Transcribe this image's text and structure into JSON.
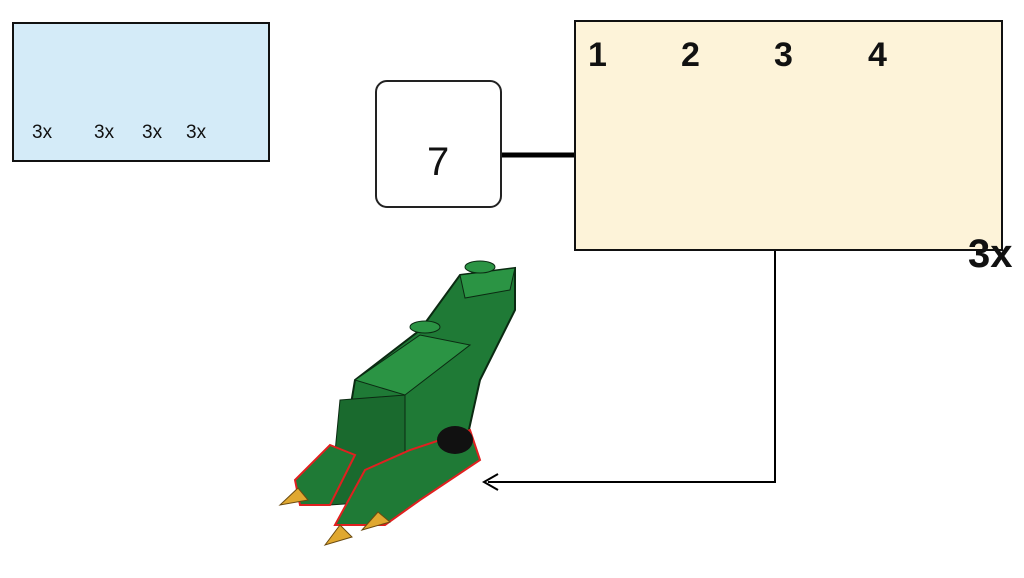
{
  "parts_list": {
    "items": [
      {
        "icon": "gray-connector-peg",
        "qty": "3x"
      },
      {
        "icon": "green-cone",
        "qty": "3x"
      },
      {
        "icon": "yellow-spike-rod",
        "qty": "3x"
      },
      {
        "icon": "green-printed-cylinder",
        "qty": "3x"
      }
    ]
  },
  "step": {
    "number": "7"
  },
  "subassembly": {
    "substeps": [
      "1",
      "2",
      "3",
      "4"
    ],
    "multiplier": "3x"
  },
  "colors": {
    "parts_bg": "#d4ebf8",
    "sub_bg": "#fdf3d9",
    "brick_green": "#1f6b33",
    "print_yellow": "#e6d630",
    "highlight_red": "#e02020"
  }
}
